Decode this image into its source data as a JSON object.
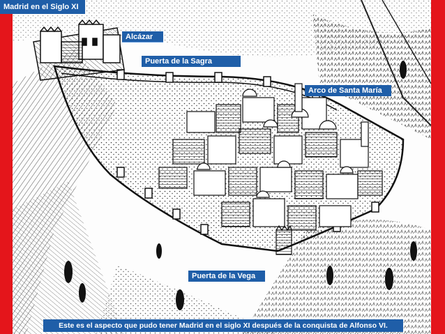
{
  "slide": {
    "title": "Madrid en el Siglo XI",
    "caption": "Este es el aspecto que pudo tener Madrid en el siglo XI después de la conquista de Alfonso VI."
  },
  "labels": {
    "alcazar": "Alcázar",
    "puerta_sagra": "Puerta de la Sagra",
    "arco_santa_maria": "Arco de Santa María",
    "puerta_vega": "Puerta de la Vega"
  },
  "colors": {
    "frame": "#e4151b",
    "label_background": "#1f5ea8",
    "label_text": "#ffffff"
  }
}
